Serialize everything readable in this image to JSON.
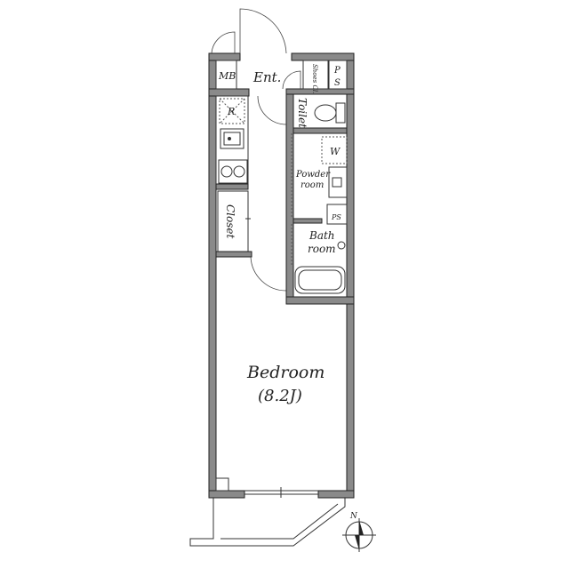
{
  "plan": {
    "rooms": {
      "mb": "MB",
      "entrance": "Ent.",
      "shoes_closet": "Shoes Cl.",
      "ps_top_p": "P",
      "ps_top_s": "S",
      "toilet": "Toilet",
      "refrigerator": "R",
      "washer": "W",
      "powder_room_1": "Powder",
      "powder_room_2": "room",
      "ps_small": "PS",
      "bath_room_1": "Bath",
      "bath_room_2": "room",
      "closet": "Closet",
      "bedroom": "Bedroom",
      "bedroom_size": "(8.2J)"
    },
    "compass": {
      "north": "N"
    }
  }
}
